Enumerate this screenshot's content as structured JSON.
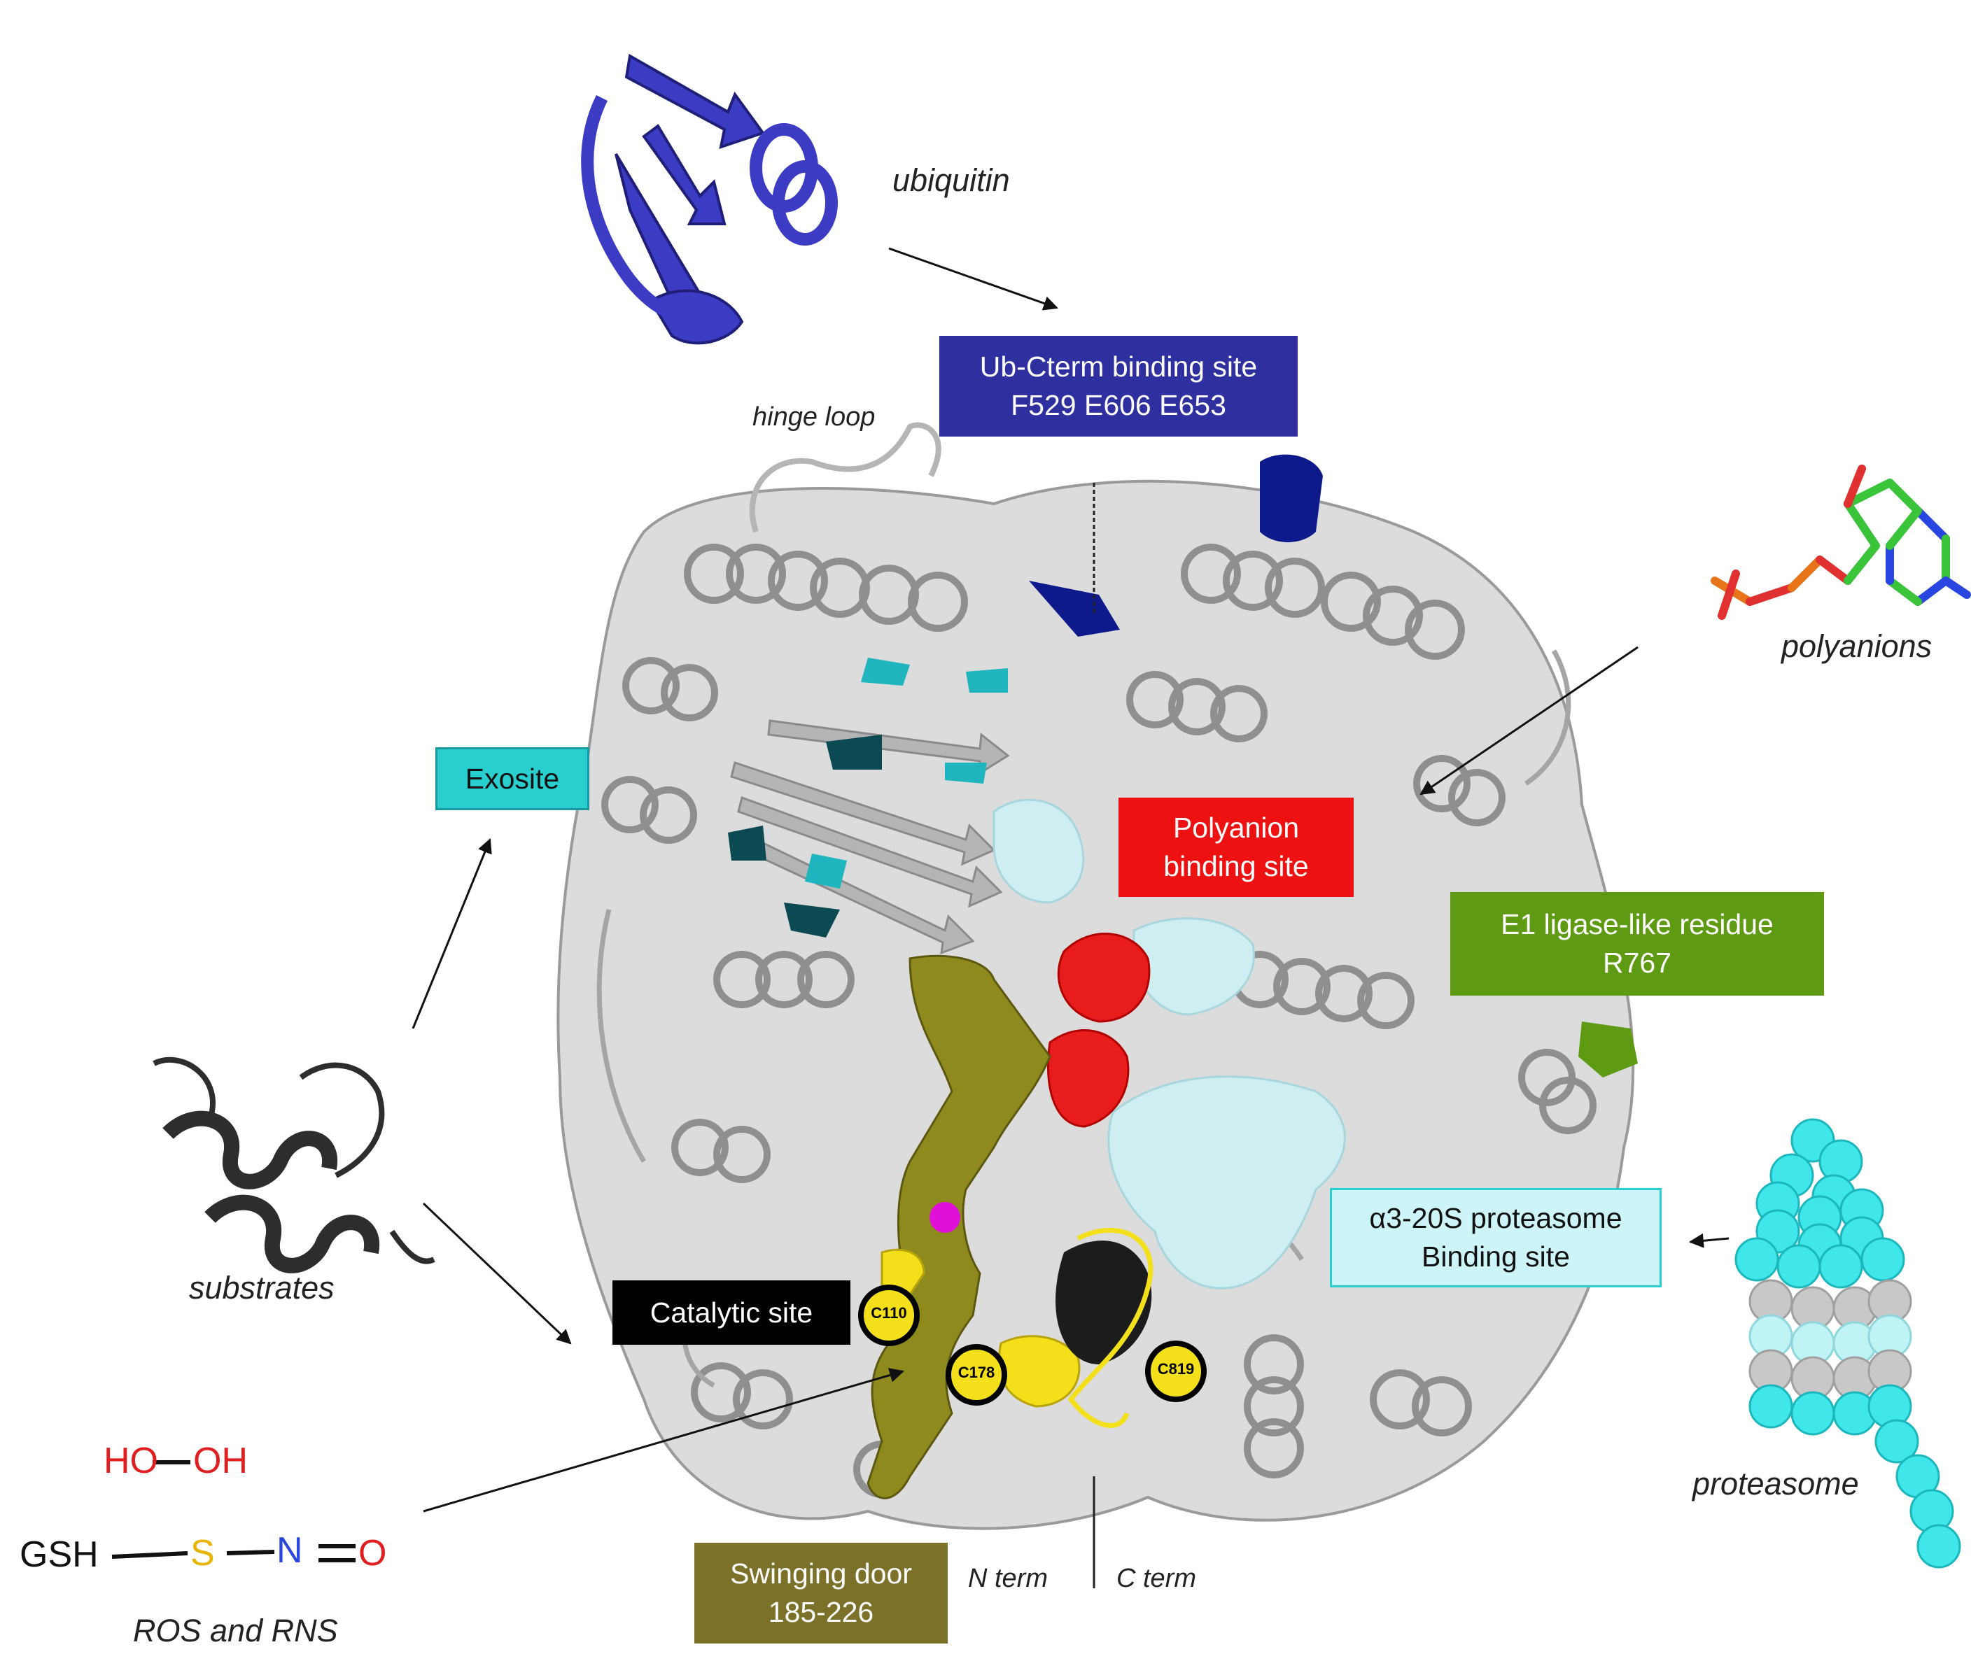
{
  "molecules": {
    "ubiquitin": "ubiquitin",
    "polyanions": "polyanions",
    "substrates": "substrates",
    "proteasome": "proteasome",
    "ros_rns": "ROS and RNS"
  },
  "structure_labels": {
    "hinge_loop": "hinge loop",
    "n_term": "N term",
    "c_term": "C term"
  },
  "sites": {
    "ub_cterm": {
      "line1": "Ub-Cterm binding site",
      "line2": "F529 E606 E653",
      "color": "#2f2fa0"
    },
    "exosite": {
      "line1": "Exosite",
      "color": "#29cfcf"
    },
    "polyanion": {
      "line1": "Polyanion",
      "line2": "binding site",
      "color": "#ee1111"
    },
    "e1_ligase": {
      "line1": "E1 ligase-like  residue",
      "line2": "R767",
      "color": "#5e9a12"
    },
    "proteasome_site": {
      "line1": "α3-20S proteasome",
      "line2": "Binding site",
      "color": "#cdf5f7"
    },
    "catalytic": {
      "line1": "Catalytic site",
      "color": "#000000"
    },
    "swinging_door": {
      "line1": "Swinging door",
      "line2": "185-226",
      "color": "#7b7128"
    }
  },
  "residues": {
    "c110": "C110",
    "c178": "C178",
    "c819": "C819"
  },
  "chemistry": {
    "ho": "HO",
    "oh": "OH",
    "gsh": "GSH",
    "s": "S",
    "n": "N",
    "o": "O"
  },
  "colors": {
    "protein": "#c8c8c8",
    "ubiquitin": "#3b3bc4",
    "exosite_residues": "#22b8c0",
    "polyanion_surface": "#e81c1c",
    "proteasome_surface": "#cfeef2",
    "swinging_door_helix": "#8f8a1e",
    "catalytic_yellow": "#f4e01a",
    "oxygen_red": "#e02020",
    "sulfur_yellow": "#e8b400",
    "nitrogen_blue": "#2a46e0"
  }
}
